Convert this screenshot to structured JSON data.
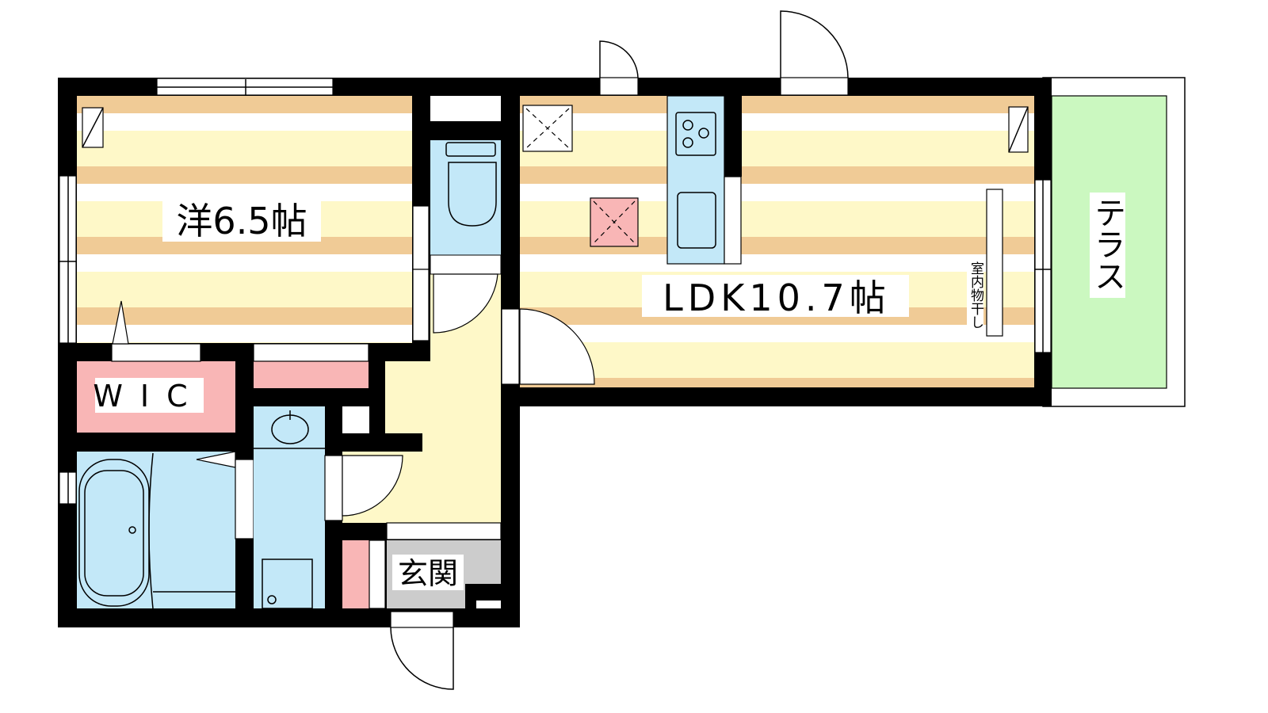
{
  "rooms": {
    "western": "洋6.5帖",
    "wic": "WIC",
    "ldk": "LDK10.7帖",
    "indoor_drying": "室内物干し",
    "terrace": "テラス",
    "entrance": "玄関"
  },
  "colors": {
    "wall": "#000000",
    "floor_orange": "#f0cb96",
    "floor_yellow": "#fef8c8",
    "wet_blue": "#c3e8f8",
    "storage_pink": "#f9b6b6",
    "terrace_green": "#cbf8c0",
    "entrance_grey": "#cccccc",
    "hall_yellow": "#fef8c8"
  }
}
